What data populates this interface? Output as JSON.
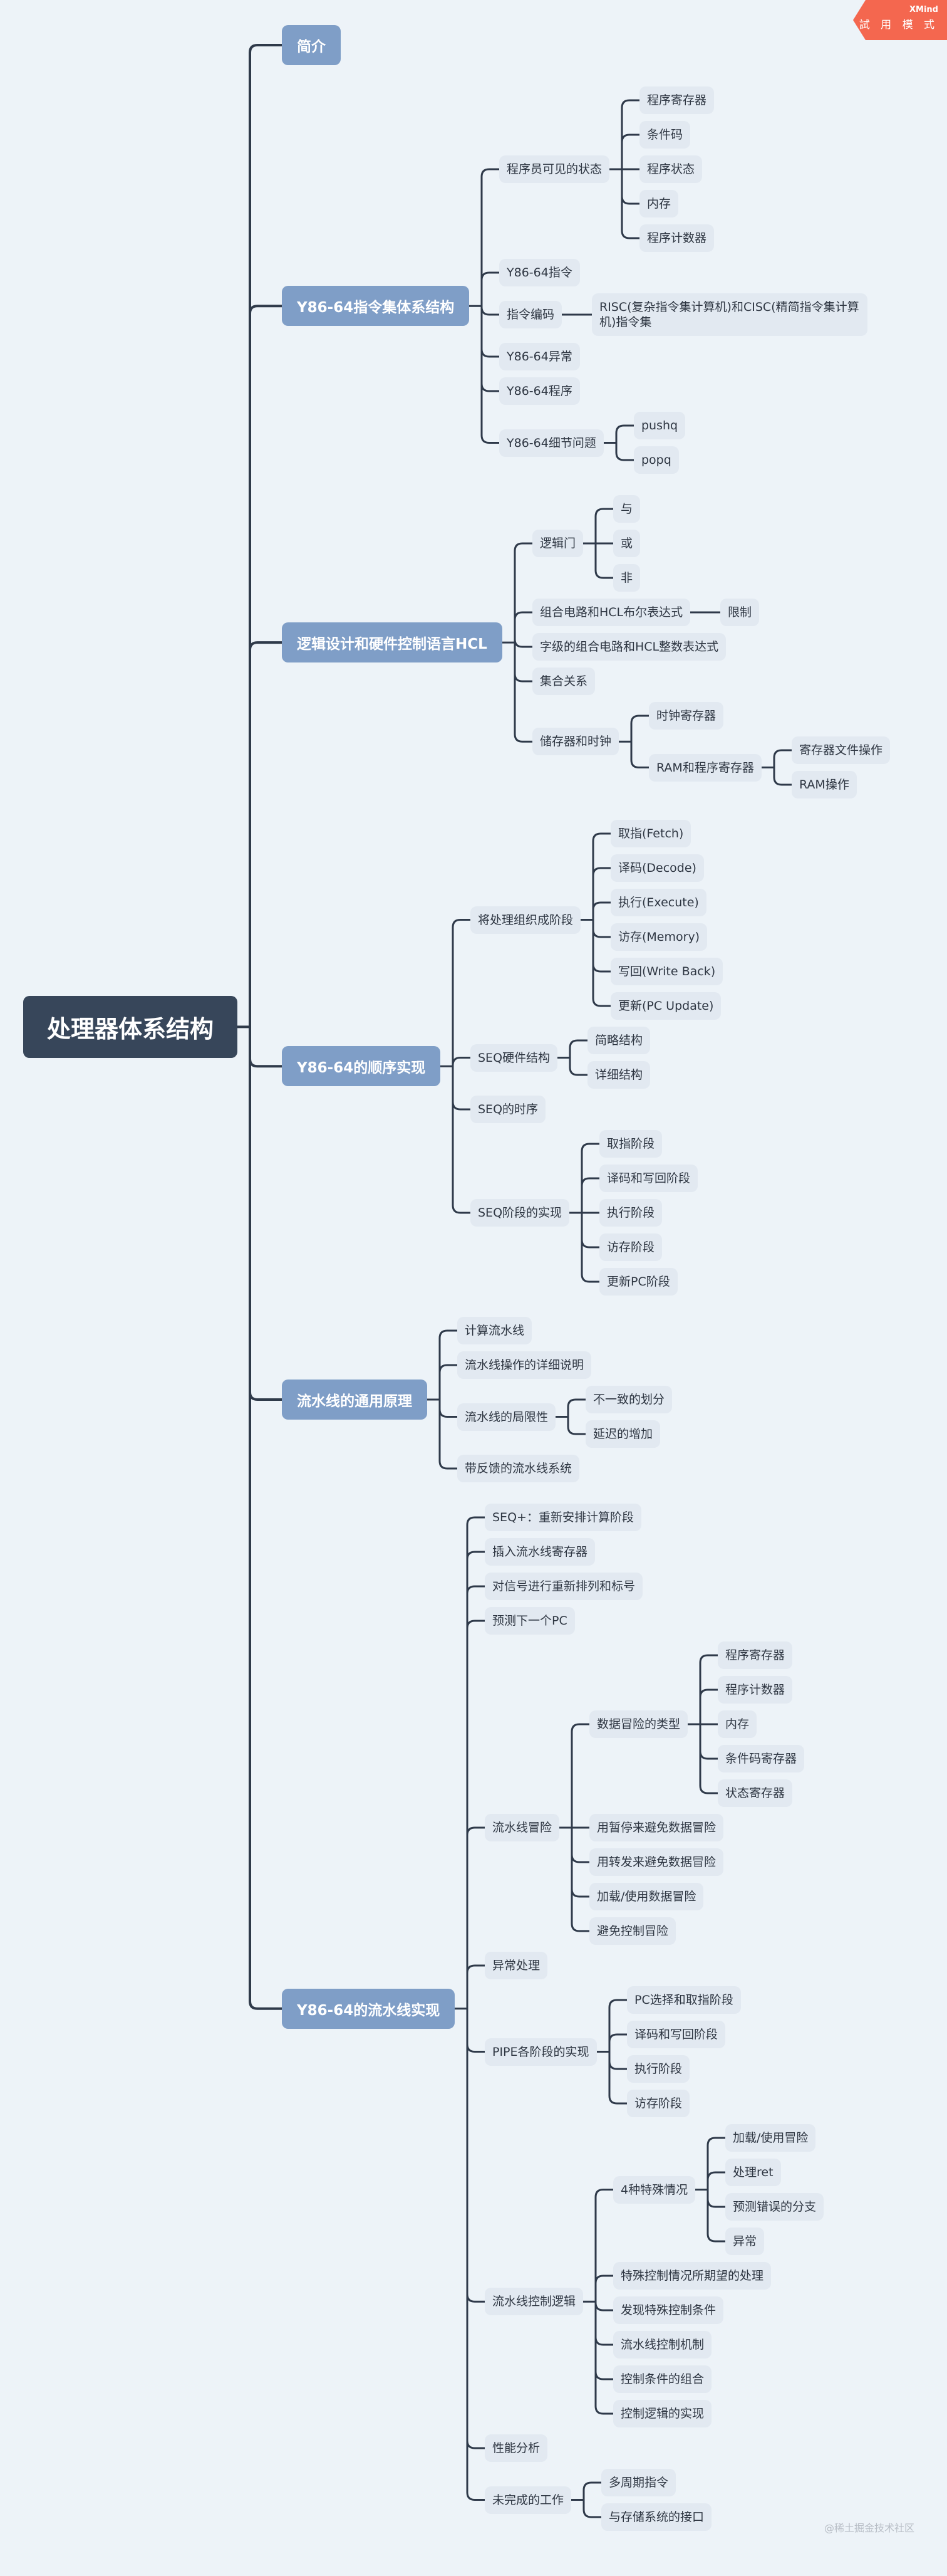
{
  "badge": {
    "brand": "XMind",
    "mode": "試 用 模 式"
  },
  "watermark": "@稀土掘金技术社区",
  "colors": {
    "background": "#edf3f8",
    "root": "#37465a",
    "main_topic": "#7f9ec7",
    "subtopic": "#e2e9f1",
    "line": "#2f3a4a",
    "badge": "#f4674f"
  },
  "tree": {
    "label": "处理器体系结构",
    "children": [
      {
        "label": "简介"
      },
      {
        "label": "Y86-64指令集体系结构",
        "children": [
          {
            "label": "程序员可见的状态",
            "children": [
              {
                "label": "程序寄存器"
              },
              {
                "label": "条件码"
              },
              {
                "label": "程序状态"
              },
              {
                "label": "内存"
              },
              {
                "label": "程序计数器"
              }
            ]
          },
          {
            "label": "Y86-64指令"
          },
          {
            "label": "指令编码",
            "children": [
              {
                "label": "RISC(复杂指令集计算机)和CISC(精简指令集计算机)指令集"
              }
            ]
          },
          {
            "label": "Y86-64异常"
          },
          {
            "label": "Y86-64程序"
          },
          {
            "label": "Y86-64细节问题",
            "children": [
              {
                "label": "pushq"
              },
              {
                "label": "popq"
              }
            ]
          }
        ]
      },
      {
        "label": "逻辑设计和硬件控制语言HCL",
        "children": [
          {
            "label": "逻辑门",
            "children": [
              {
                "label": "与"
              },
              {
                "label": "或"
              },
              {
                "label": "非"
              }
            ]
          },
          {
            "label": "组合电路和HCL布尔表达式",
            "children": [
              {
                "label": "限制"
              }
            ]
          },
          {
            "label": "字级的组合电路和HCL整数表达式"
          },
          {
            "label": "集合关系"
          },
          {
            "label": "储存器和时钟",
            "children": [
              {
                "label": "时钟寄存器"
              },
              {
                "label": "RAM和程序寄存器",
                "children": [
                  {
                    "label": "寄存器文件操作"
                  },
                  {
                    "label": "RAM操作"
                  }
                ]
              }
            ]
          }
        ]
      },
      {
        "label": "Y86-64的顺序实现",
        "children": [
          {
            "label": "将处理组织成阶段",
            "children": [
              {
                "label": "取指(Fetch)"
              },
              {
                "label": "译码(Decode)"
              },
              {
                "label": "执行(Execute)"
              },
              {
                "label": "访存(Memory)"
              },
              {
                "label": "写回(Write Back)"
              },
              {
                "label": "更新(PC Update)"
              }
            ]
          },
          {
            "label": "SEQ硬件结构",
            "children": [
              {
                "label": "简略结构"
              },
              {
                "label": "详细结构"
              }
            ]
          },
          {
            "label": "SEQ的时序"
          },
          {
            "label": "SEQ阶段的实现",
            "children": [
              {
                "label": "取指阶段"
              },
              {
                "label": "译码和写回阶段"
              },
              {
                "label": "执行阶段"
              },
              {
                "label": "访存阶段"
              },
              {
                "label": "更新PC阶段"
              }
            ]
          }
        ]
      },
      {
        "label": "流水线的通用原理",
        "children": [
          {
            "label": "计算流水线"
          },
          {
            "label": "流水线操作的详细说明"
          },
          {
            "label": "流水线的局限性",
            "children": [
              {
                "label": "不一致的划分"
              },
              {
                "label": "延迟的增加"
              }
            ]
          },
          {
            "label": "带反馈的流水线系统"
          }
        ]
      },
      {
        "label": "Y86-64的流水线实现",
        "children": [
          {
            "label": "SEQ+：重新安排计算阶段"
          },
          {
            "label": "插入流水线寄存器"
          },
          {
            "label": "对信号进行重新排列和标号"
          },
          {
            "label": "预测下一个PC"
          },
          {
            "label": "流水线冒险",
            "children": [
              {
                "label": "数据冒险的类型",
                "children": [
                  {
                    "label": "程序寄存器"
                  },
                  {
                    "label": "程序计数器"
                  },
                  {
                    "label": "内存"
                  },
                  {
                    "label": "条件码寄存器"
                  },
                  {
                    "label": "状态寄存器"
                  }
                ]
              },
              {
                "label": "用暂停来避免数据冒险"
              },
              {
                "label": "用转发来避免数据冒险"
              },
              {
                "label": "加载/使用数据冒险"
              },
              {
                "label": "避免控制冒险"
              }
            ]
          },
          {
            "label": "异常处理"
          },
          {
            "label": "PIPE各阶段的实现",
            "children": [
              {
                "label": "PC选择和取指阶段"
              },
              {
                "label": "译码和写回阶段"
              },
              {
                "label": "执行阶段"
              },
              {
                "label": "访存阶段"
              }
            ]
          },
          {
            "label": "流水线控制逻辑",
            "children": [
              {
                "label": "4种特殊情况",
                "children": [
                  {
                    "label": "加载/使用冒险"
                  },
                  {
                    "label": "处理ret"
                  },
                  {
                    "label": "预测错误的分支"
                  },
                  {
                    "label": "异常"
                  }
                ]
              },
              {
                "label": "特殊控制情况所期望的处理"
              },
              {
                "label": "发现特殊控制条件"
              },
              {
                "label": "流水线控制机制"
              },
              {
                "label": "控制条件的组合"
              },
              {
                "label": "控制逻辑的实现"
              }
            ]
          },
          {
            "label": "性能分析"
          },
          {
            "label": "未完成的工作",
            "children": [
              {
                "label": "多周期指令"
              },
              {
                "label": "与存储系统的接口"
              }
            ]
          }
        ]
      }
    ]
  }
}
